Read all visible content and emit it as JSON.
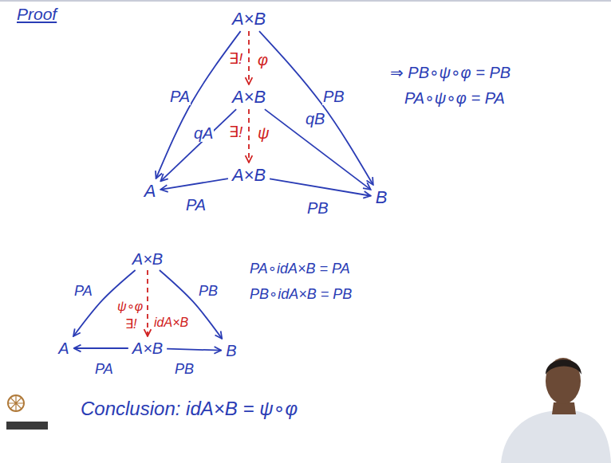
{
  "diagram": {
    "title": "Proof",
    "nodes": [
      {
        "text": [
          "A×B"
        ]
      },
      {
        "text": [
          "A×B"
        ]
      },
      {
        "text": [
          "A"
        ]
      },
      {
        "text": [
          "A×B"
        ]
      },
      {
        "text": [
          "B"
        ]
      },
      {
        "text": [
          "A×B"
        ]
      },
      {
        "text": [
          "A"
        ]
      },
      {
        "text": [
          "A×B"
        ]
      },
      {
        "text": [
          "B"
        ]
      }
    ],
    "edges": [
      {
        "from": 0,
        "to": 2,
        "label": "PA",
        "arrow": "to"
      },
      {
        "from": 0,
        "to": 4,
        "label": "PB",
        "arrow": "to"
      },
      {
        "from": 0,
        "to": 1,
        "label": "φ",
        "arrow": "to"
      },
      {
        "from": 1,
        "to": 2,
        "label": "qA",
        "arrow": "to"
      },
      {
        "from": 1,
        "to": 4,
        "label": "qB",
        "arrow": "to"
      },
      {
        "from": 1,
        "to": 3,
        "label": "ψ",
        "arrow": "to"
      },
      {
        "from": 3,
        "to": 2,
        "label": "PA",
        "arrow": "to"
      },
      {
        "from": 3,
        "to": 4,
        "label": "PB",
        "arrow": "to"
      },
      {
        "from": 5,
        "to": 6,
        "label": "PA",
        "arrow": "to"
      },
      {
        "from": 5,
        "to": 8,
        "label": "PB",
        "arrow": "to"
      },
      {
        "from": 5,
        "to": 7,
        "label": "idA×B",
        "arrow": "to"
      },
      {
        "from": 7,
        "to": 6,
        "label": "PA",
        "arrow": "to"
      },
      {
        "from": 7,
        "to": 8,
        "label": "PB",
        "arrow": "to"
      }
    ],
    "labels": [
      "∃!",
      "∃!",
      "⇒ PB∘ψ∘φ = PB",
      "PA∘ψ∘φ = PA",
      "ψ∘φ",
      "∃!",
      "PA∘idA×B = PA",
      "PB∘idA×B = PB",
      "Conclusion: idA×B = ψ∘φ"
    ]
  }
}
